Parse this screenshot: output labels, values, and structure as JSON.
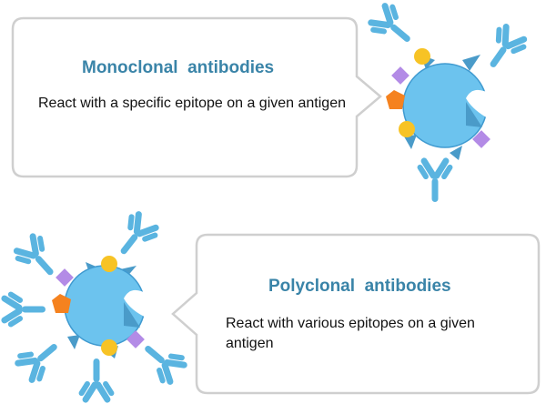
{
  "diagram": {
    "monoclonal": {
      "title": "Monoclonal  antibodies",
      "description": "React with a specific epitope on a given antigen"
    },
    "polyclonal": {
      "title": "Polyclonal  antibodies",
      "description": "React with various epitopes on a given antigen"
    }
  },
  "colors": {
    "title_text": "#3a84a8",
    "antibody": "#5ab4e0",
    "antigen": "#6cc3ee",
    "spike": "#4a9bc9",
    "epitope_yellow": "#f7c325",
    "epitope_orange": "#f5821f",
    "epitope_purple": "#b38be6",
    "bubble_border": "#cfcfcf"
  }
}
